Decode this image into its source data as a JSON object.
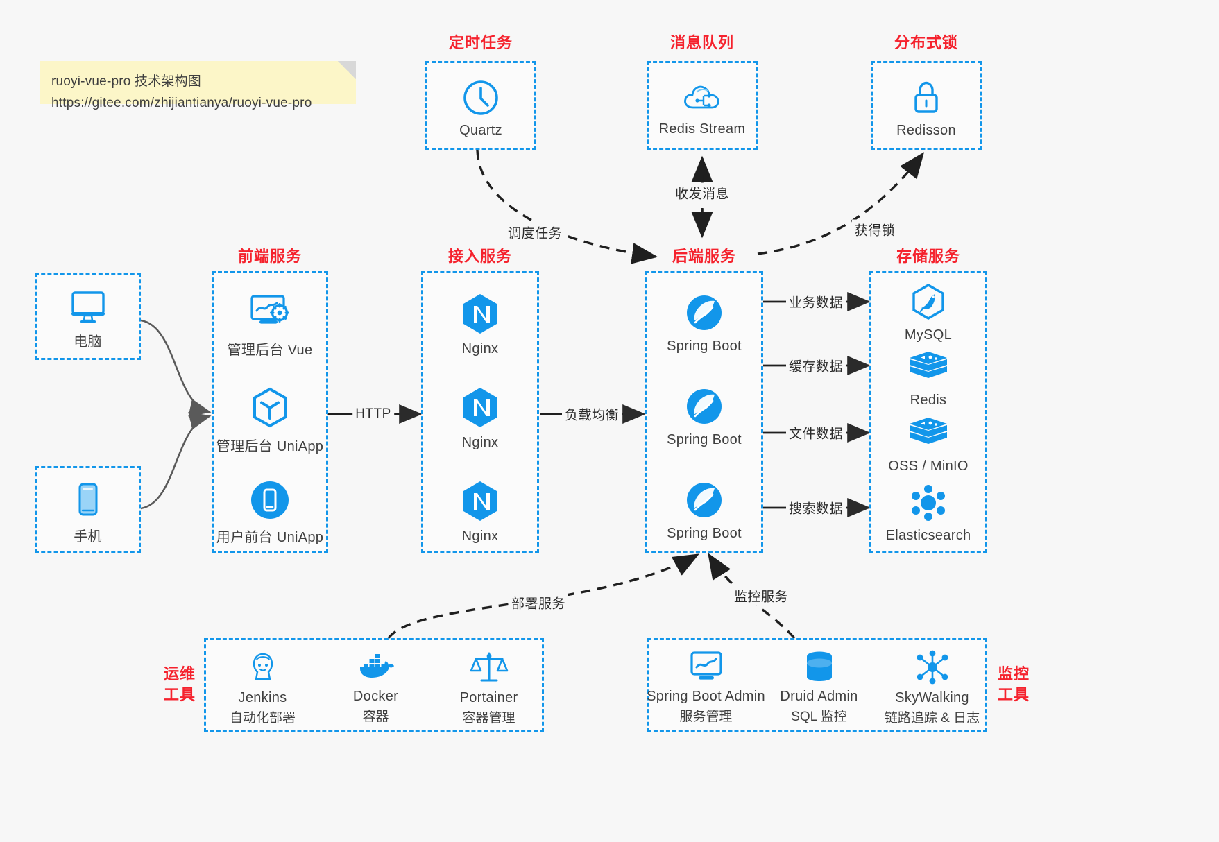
{
  "note": {
    "line1": "ruoyi-vue-pro 技术架构图",
    "line2": "https://gitee.com/zhijiantianya/ruoyi-vue-pro"
  },
  "colors": {
    "accent": "#1296ea",
    "title": "#f5222d",
    "background": "#f7f7f7",
    "note_bg": "#fcf6c8",
    "edge": "#2b2b2b",
    "client_edge": "#5a5a5a"
  },
  "groups": {
    "scheduler": {
      "title": "定时任务",
      "nodes": [
        {
          "label": "Quartz",
          "icon": "clock-icon"
        }
      ]
    },
    "mq": {
      "title": "消息队列",
      "nodes": [
        {
          "label": "Redis Stream",
          "icon": "cloud-network-icon"
        }
      ]
    },
    "lock": {
      "title": "分布式锁",
      "nodes": [
        {
          "label": "Redisson",
          "icon": "lock-icon"
        }
      ]
    },
    "clients": {
      "nodes": [
        {
          "label": "电脑",
          "icon": "desktop-monitor-icon"
        },
        {
          "label": "手机",
          "icon": "mobile-phone-icon"
        }
      ]
    },
    "frontend": {
      "title": "前端服务",
      "nodes": [
        {
          "label": "管理后台 Vue",
          "icon": "dashboard-settings-icon"
        },
        {
          "label": "管理后台 UniApp",
          "icon": "uniapp-hexagon-icon"
        },
        {
          "label": "用户前台 UniApp",
          "icon": "mobile-app-icon"
        }
      ]
    },
    "gateway": {
      "title": "接入服务",
      "nodes": [
        {
          "label": "Nginx",
          "icon": "nginx-icon"
        },
        {
          "label": "Nginx",
          "icon": "nginx-icon"
        },
        {
          "label": "Nginx",
          "icon": "nginx-icon"
        }
      ]
    },
    "backend": {
      "title": "后端服务",
      "nodes": [
        {
          "label": "Spring Boot",
          "icon": "spring-boot-icon"
        },
        {
          "label": "Spring Boot",
          "icon": "spring-boot-icon"
        },
        {
          "label": "Spring Boot",
          "icon": "spring-boot-icon"
        }
      ]
    },
    "storage": {
      "title": "存储服务",
      "nodes": [
        {
          "label": "MySQL",
          "icon": "mysql-icon"
        },
        {
          "label": "Redis",
          "icon": "redis-icon"
        },
        {
          "label": "OSS / MinIO",
          "icon": "oss-minio-icon"
        },
        {
          "label": "Elasticsearch",
          "icon": "elasticsearch-icon"
        }
      ]
    },
    "devops": {
      "title": "运维\n工具",
      "title_line1": "运维",
      "title_line2": "工具",
      "nodes": [
        {
          "label": "Jenkins",
          "sub": "自动化部署",
          "icon": "jenkins-icon"
        },
        {
          "label": "Docker",
          "sub": "容器",
          "icon": "docker-icon"
        },
        {
          "label": "Portainer",
          "sub": "容器管理",
          "icon": "portainer-scale-icon"
        }
      ]
    },
    "monitor": {
      "title_line1": "监控",
      "title_line2": "工具",
      "nodes": [
        {
          "label": "Spring Boot Admin",
          "sub": "服务管理",
          "icon": "admin-monitor-icon"
        },
        {
          "label": "Druid Admin",
          "sub": "SQL 监控",
          "icon": "database-icon"
        },
        {
          "label": "SkyWalking",
          "sub": "链路追踪 & 日志",
          "icon": "skywalking-icon"
        }
      ]
    }
  },
  "edges": {
    "http": "HTTP",
    "load_balance": "负载均衡",
    "schedule_task": "调度任务",
    "send_receive_message": "收发消息",
    "acquire_lock": "获得锁",
    "business_data": "业务数据",
    "cache_data": "缓存数据",
    "file_data": "文件数据",
    "search_data": "搜索数据",
    "deploy_service": "部署服务",
    "monitor_service": "监控服务"
  }
}
